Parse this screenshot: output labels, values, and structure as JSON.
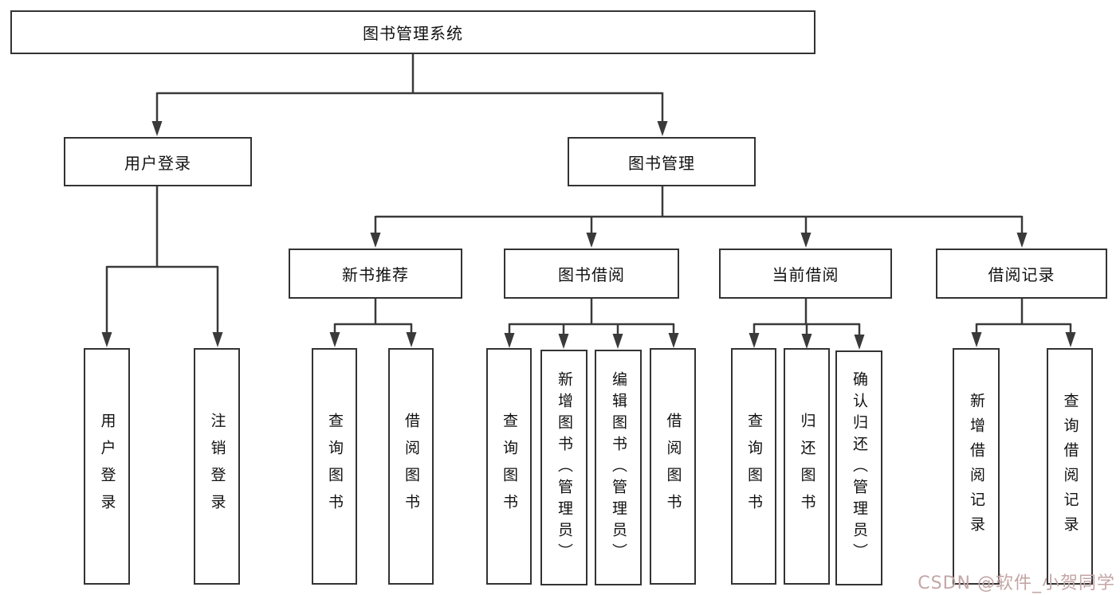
{
  "diagram": {
    "type": "hierarchy-tree",
    "root": {
      "label": "图书管理系统",
      "children": [
        {
          "label": "用户登录",
          "children": [
            {
              "label": "用户登录"
            },
            {
              "label": "注销登录"
            }
          ]
        },
        {
          "label": "图书管理",
          "children": [
            {
              "label": "新书推荐",
              "children": [
                {
                  "label": "查询图书"
                },
                {
                  "label": "借阅图书"
                }
              ]
            },
            {
              "label": "图书借阅",
              "children": [
                {
                  "label": "查询图书"
                },
                {
                  "label": "新增图书（管理员）"
                },
                {
                  "label": "编辑图书（管理员）"
                },
                {
                  "label": "借阅图书"
                }
              ]
            },
            {
              "label": "当前借阅",
              "children": [
                {
                  "label": "查询图书"
                },
                {
                  "label": "归还图书"
                },
                {
                  "label": "确认归还（管理员）"
                }
              ]
            },
            {
              "label": "借阅记录",
              "children": [
                {
                  "label": "新增借阅记录"
                },
                {
                  "label": "查询借阅记录"
                }
              ]
            }
          ]
        }
      ]
    }
  },
  "watermark": {
    "text": "CSDN @软件_小贺同学",
    "color": "#c4a6a6"
  },
  "colors": {
    "line": "#3a3a3a",
    "box_border": "#333333",
    "text": "#111111",
    "background": "#ffffff"
  }
}
